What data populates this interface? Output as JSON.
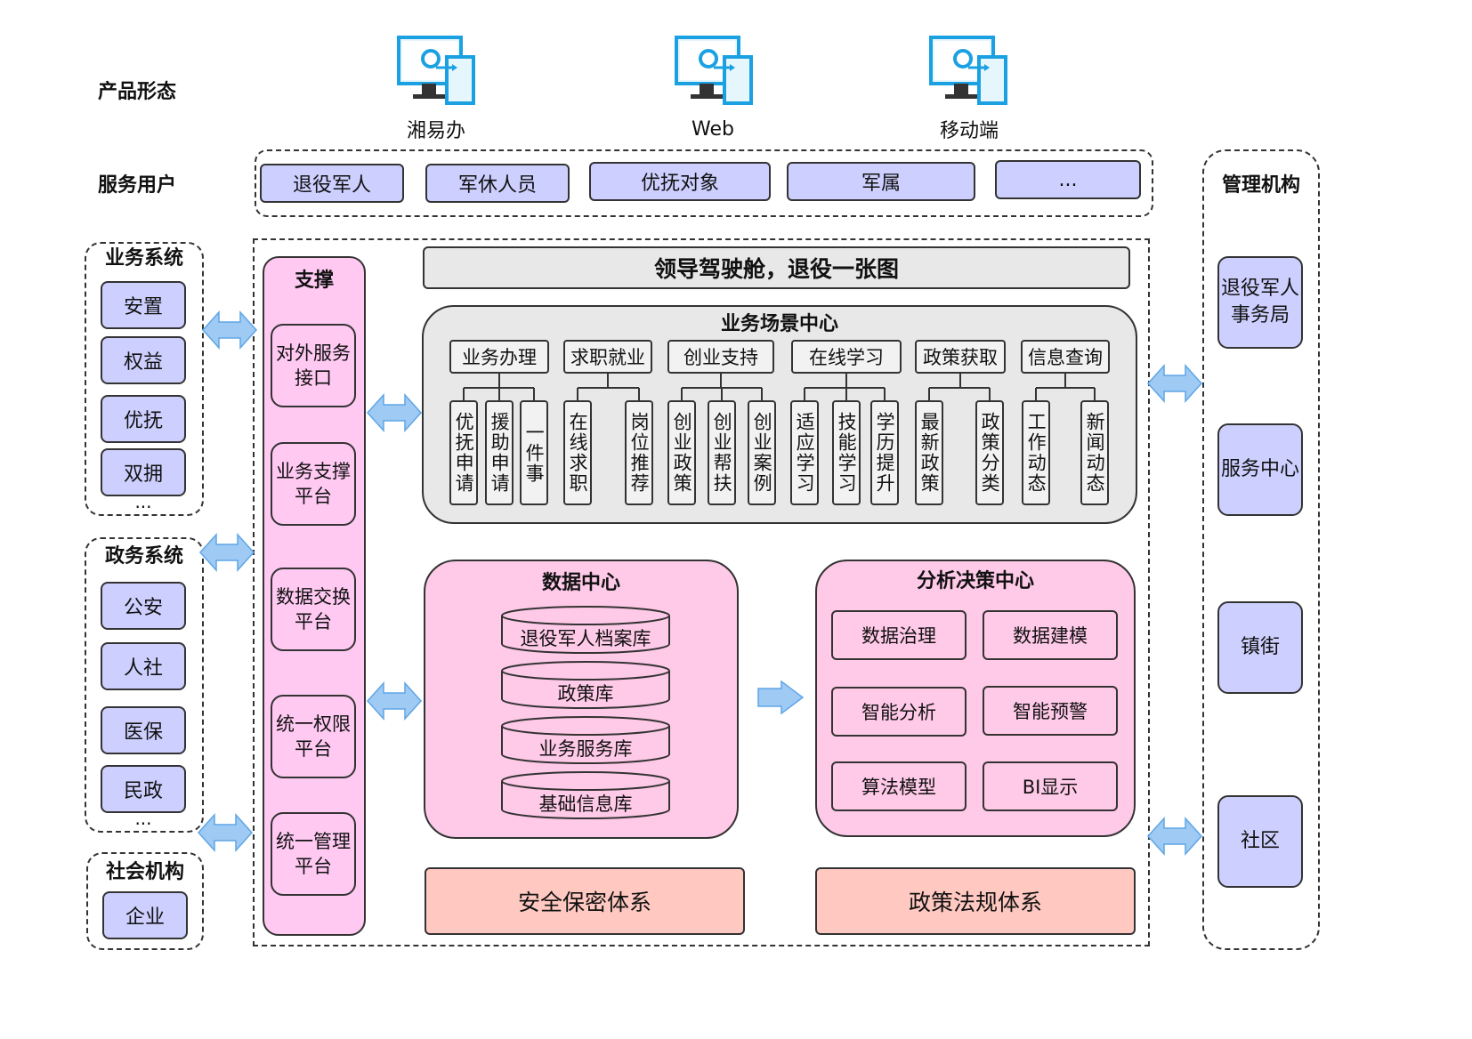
{
  "product": {
    "heading": "产品形态",
    "items": [
      {
        "label": "湘易办",
        "icon": "monitor-phone-icon"
      },
      {
        "label": "Web",
        "icon": "monitor-phone-icon"
      },
      {
        "label": "移动端",
        "icon": "monitor-phone-icon"
      }
    ]
  },
  "users": {
    "heading": "服务用户",
    "items": [
      "退役军人",
      "军休人员",
      "优抚对象",
      "军属",
      "..."
    ]
  },
  "business_systems": {
    "heading": "业务系统",
    "items": [
      "安置",
      "权益",
      "优抚",
      "双拥"
    ],
    "more": "..."
  },
  "gov_systems": {
    "heading": "政务系统",
    "items": [
      "公安",
      "人社",
      "医保",
      "民政"
    ],
    "more": "..."
  },
  "social": {
    "heading": "社会机构",
    "items": [
      "企业"
    ]
  },
  "support": {
    "heading": "支撑",
    "items": [
      [
        "对外服务",
        "接口"
      ],
      [
        "业务支撑",
        "平台"
      ],
      [
        "数据交换",
        "平台"
      ],
      [
        "统一权限",
        "平台"
      ],
      [
        "统一管理",
        "平台"
      ]
    ]
  },
  "cockpit": "领导驾驶舱，退役一张图",
  "scenario": {
    "heading": "业务场景中心",
    "groups": [
      {
        "label": "业务办理",
        "children": [
          "优抚申请",
          "援助申请",
          "一件事"
        ]
      },
      {
        "label": "求职就业",
        "children": [
          "在线求职",
          "岗位推荐"
        ]
      },
      {
        "label": "创业支持",
        "children": [
          "创业政策",
          "创业帮扶",
          "创业案例"
        ]
      },
      {
        "label": "在线学习",
        "children": [
          "适应学习",
          "技能学习",
          "学历提升"
        ]
      },
      {
        "label": "政策获取",
        "children": [
          "最新政策",
          "政策分类"
        ]
      },
      {
        "label": "信息查询",
        "children": [
          "工作动态",
          "新闻动态"
        ]
      }
    ]
  },
  "data_center": {
    "heading": "数据中心",
    "dbs": [
      "退役军人档案库",
      "政策库",
      "业务服务库",
      "基础信息库"
    ]
  },
  "decision_center": {
    "heading": "分析决策中心",
    "items": [
      "数据治理",
      "数据建模",
      "智能分析",
      "智能预警",
      "算法模型",
      "BI显示"
    ]
  },
  "security": "安全保密体系",
  "policy_law": "政策法规体系",
  "management": {
    "heading": "管理机构",
    "items": [
      [
        "退役军人",
        "事务局"
      ],
      [
        "服务中心"
      ],
      [
        "镇街"
      ],
      [
        "社区"
      ]
    ]
  },
  "colors": {
    "blue_fill": "#cdd0ff",
    "pink_fill": "#ffc9e8",
    "support_fill": "#ffc9f2",
    "salmon_fill": "#ffc9c2",
    "arrow_fill": "#9fcaf3",
    "icon_blue": "#1ba1e2"
  }
}
